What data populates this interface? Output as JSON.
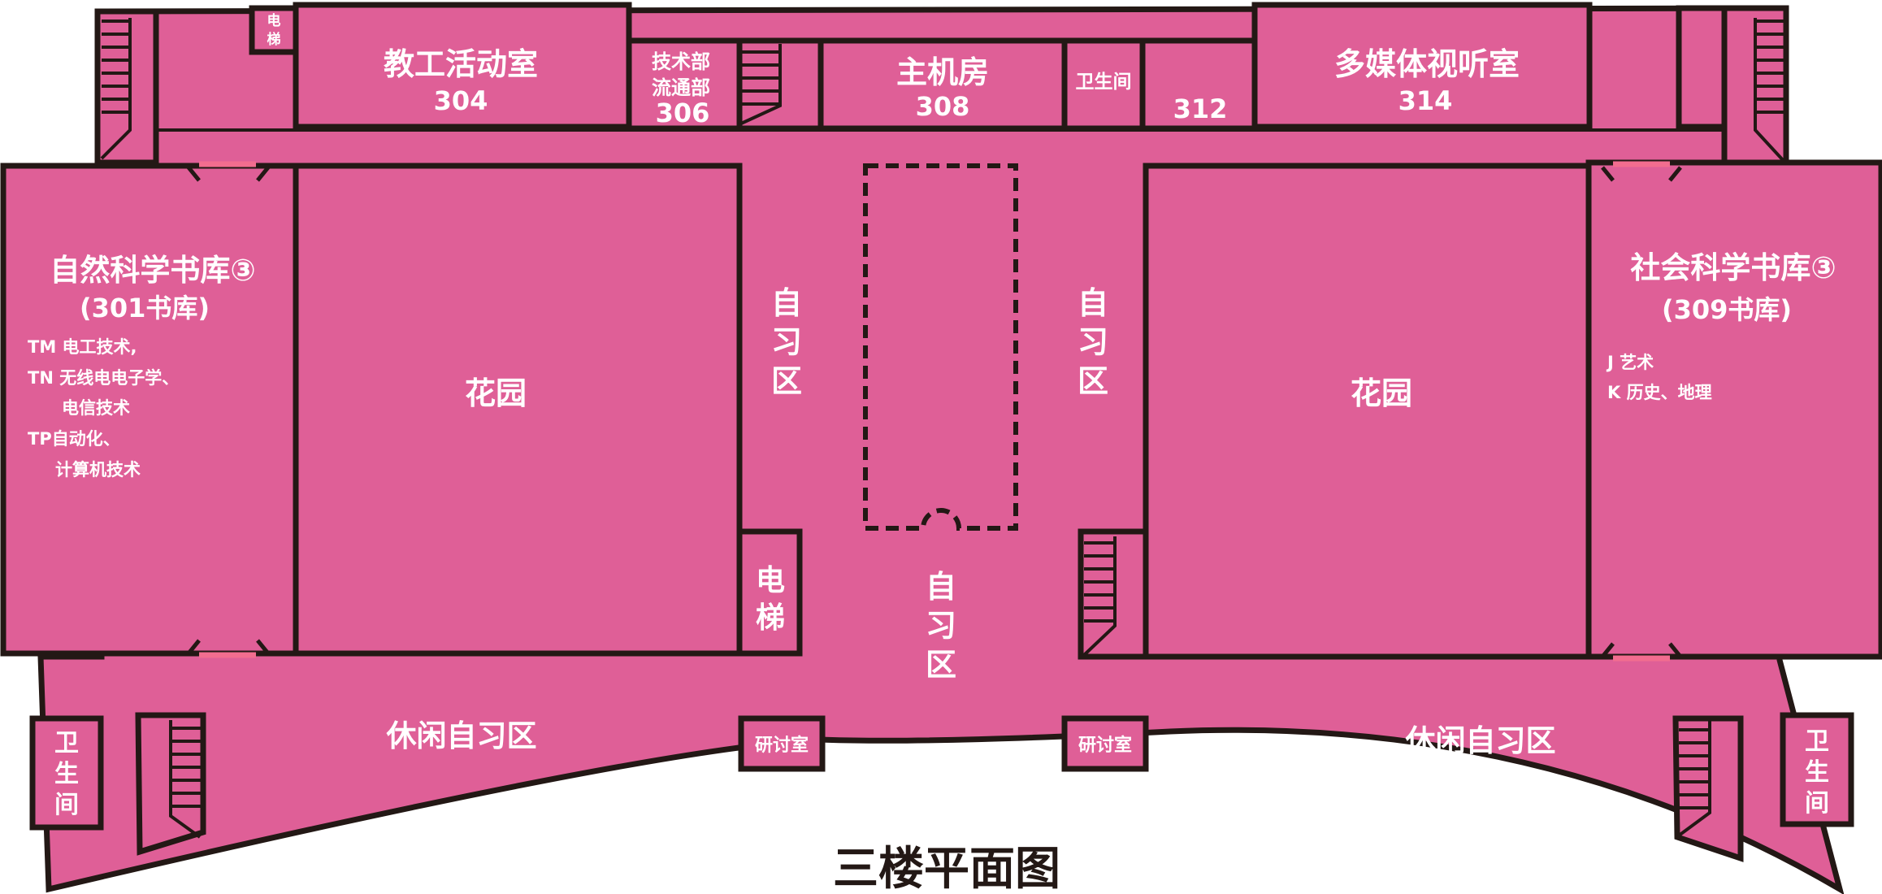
{
  "title": "三楼平面图",
  "rooms": {
    "r304": {
      "name": "教工活动室",
      "number": "304"
    },
    "r306": {
      "line1": "技术部",
      "line2": "流通部",
      "number": "306"
    },
    "r308": {
      "name": "主机房",
      "number": "308"
    },
    "wc_top": "卫生间",
    "r312": {
      "number": "312"
    },
    "r314": {
      "name": "多媒体视听室",
      "number": "314"
    },
    "elev_top": {
      "c1": "电",
      "c2": "梯"
    },
    "lib_left": {
      "name": "自然科学书库③",
      "sub": "(301书库)",
      "items": [
        "TM 电工技术,",
        "TN 无线电电子学、",
        "电信技术",
        "TP自动化、",
        "计算机技术"
      ]
    },
    "lib_right": {
      "name": "社会科学书库③",
      "sub": "(309书库)",
      "items": [
        "J 艺术",
        "K 历史、地理"
      ]
    },
    "garden_left": "花园",
    "garden_right": "花园",
    "study": {
      "c1": "自",
      "c2": "习",
      "c3": "区"
    },
    "elev_mid": {
      "c1": "电",
      "c2": "梯"
    },
    "leisure_left": "休闲自习区",
    "leisure_right": "休闲自习区",
    "seminar_left": "研讨室",
    "seminar_right": "研讨室",
    "wc_bottom": {
      "c1": "卫",
      "c2": "生",
      "c3": "间"
    }
  },
  "colors": {
    "room_fill": "#df5f97",
    "wall": "#231815",
    "label": "#ffffff",
    "door_gap": "#f26d8f"
  }
}
